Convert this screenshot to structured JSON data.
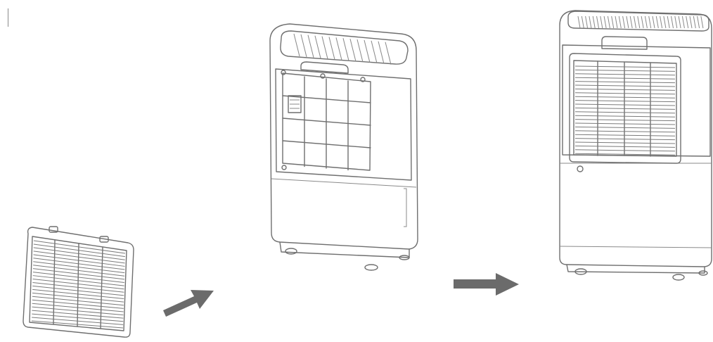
{
  "figure": {
    "steps": [
      {
        "name": "filter",
        "icon": "filter-grille-icon"
      },
      {
        "name": "unit-without-filter",
        "icon": "dehumidifier-open-icon"
      },
      {
        "name": "unit-with-filter",
        "icon": "dehumidifier-closed-icon"
      }
    ],
    "arrows": [
      "arrow-right-icon",
      "arrow-right-icon"
    ],
    "colors": {
      "line": "#6f6f6f",
      "arrow": "#6b6b6b",
      "background": "#ffffff"
    }
  }
}
